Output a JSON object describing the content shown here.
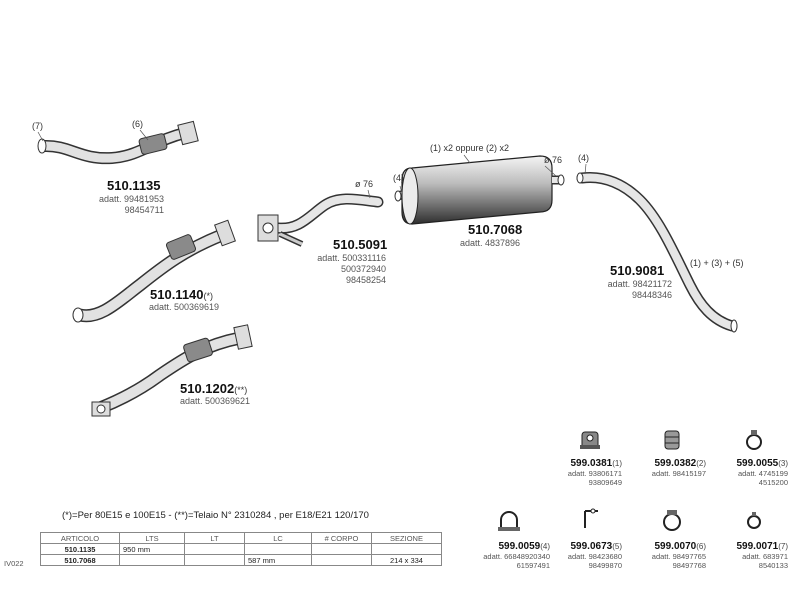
{
  "parts": {
    "p1135": {
      "code": "510.1135",
      "adatt": [
        "adatt. 99481953",
        "98454711"
      ]
    },
    "p1140": {
      "code": "510.1140",
      "suffix": "(*)",
      "adatt": [
        "adatt. 500369619"
      ]
    },
    "p1202": {
      "code": "510.1202",
      "suffix": "(**)",
      "adatt": [
        "adatt. 500369621"
      ]
    },
    "p5091": {
      "code": "510.5091",
      "adatt": [
        "adatt. 500331116",
        "500372940",
        "98458254"
      ]
    },
    "p7068": {
      "code": "510.7068",
      "adatt": [
        "adatt. 4837896"
      ]
    },
    "p9081": {
      "code": "510.9081",
      "adatt": [
        "adatt. 98421172",
        "98448346"
      ]
    }
  },
  "refs": {
    "r7": "(7)",
    "r6": "(6)",
    "r4a": "(4)",
    "r4b": "(4)",
    "d76a": "ø 76",
    "d76b": "ø 76",
    "muffler_note": "(1) x2 oppure (2) x2",
    "pipe_note": "(1) + (3) + (5)"
  },
  "accessories": [
    {
      "code": "599.0381",
      "ref": "(1)",
      "adatt": [
        "adatt. 93806171",
        "93809649"
      ],
      "icon": "rubber-hanger-icon"
    },
    {
      "code": "599.0382",
      "ref": "(2)",
      "adatt": [
        "adatt. 98415197"
      ],
      "icon": "rubber-mount-icon"
    },
    {
      "code": "599.0055",
      "ref": "(3)",
      "adatt": [
        "adatt. 4745199",
        "4515200"
      ],
      "icon": "pipe-clamp-icon"
    },
    {
      "code": "599.0059",
      "ref": "(4)",
      "adatt": [
        "adatt. 66848920340",
        "61597491"
      ],
      "icon": "u-bolt-clamp-icon"
    },
    {
      "code": "599.0673",
      "ref": "(5)",
      "adatt": [
        "adatt. 98423680",
        "98499870"
      ],
      "icon": "bracket-icon"
    },
    {
      "code": "599.0070",
      "ref": "(6)",
      "adatt": [
        "adatt. 98497765",
        "98497768"
      ],
      "icon": "band-clamp-icon"
    },
    {
      "code": "599.0071",
      "ref": "(7)",
      "adatt": [
        "adatt. 683971",
        "8540133"
      ],
      "icon": "ring-clamp-icon"
    }
  ],
  "footnote": "(*)=Per 80E15 e 100E15  -  (**)=Telaio N° 2310284 , per E18/E21 120/170",
  "table": {
    "headers": [
      "ARTICOLO",
      "LTS",
      "LT",
      "LC",
      "# CORPO",
      "SEZIONE"
    ],
    "rows": [
      [
        "510.1135",
        "950 mm",
        "",
        "",
        "",
        ""
      ],
      [
        "510.7068",
        "",
        "",
        "587 mm",
        "",
        "214 x 334"
      ]
    ],
    "side_label": "IV022"
  },
  "colors": {
    "pipe": "#e6e6e6",
    "outline": "#333333",
    "shade": "#7a7a7a"
  }
}
